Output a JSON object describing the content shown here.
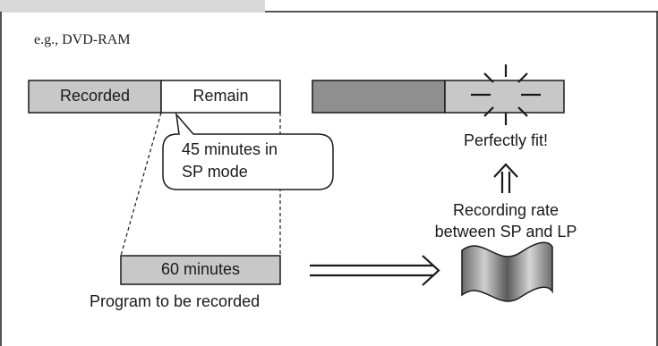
{
  "caption": "e.g., DVD-RAM",
  "disc_bar": {
    "recorded_label": "Recorded",
    "remain_label": "Remain"
  },
  "callout": {
    "line1": "45 minutes in",
    "line2": "SP mode"
  },
  "program_bar": {
    "label": "60 minutes",
    "caption": "Program to be recorded"
  },
  "result": {
    "label": "Perfectly fit!"
  },
  "rate_note": {
    "line1": "Recording rate",
    "line2": "between SP and LP"
  },
  "colors": {
    "light_gray": "#c8c8c8",
    "dark_gray": "#8f8f8f",
    "outline": "#1a1a1a",
    "header_band": "#d9d9d9"
  }
}
